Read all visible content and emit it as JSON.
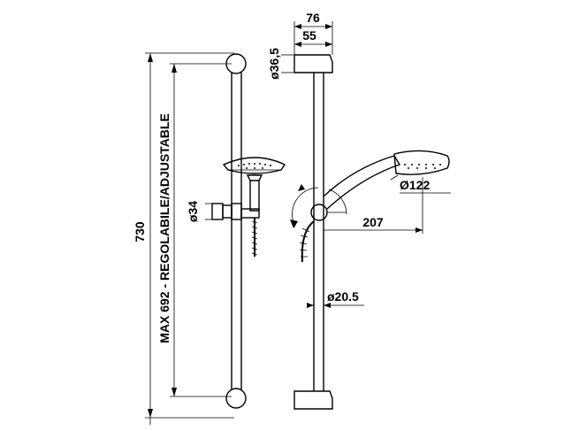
{
  "dimensions": {
    "total_height": "730",
    "adjustable": "MAX 692 - REGOLABILE/ADJUSTABLE",
    "slider_diameter": "ø34",
    "bracket_width": "76",
    "bracket_depth": "55",
    "bracket_diameter": "ø36,5",
    "head_diameter": "Ø122",
    "arm_reach": "207",
    "bar_diameter": "ø20.5"
  }
}
